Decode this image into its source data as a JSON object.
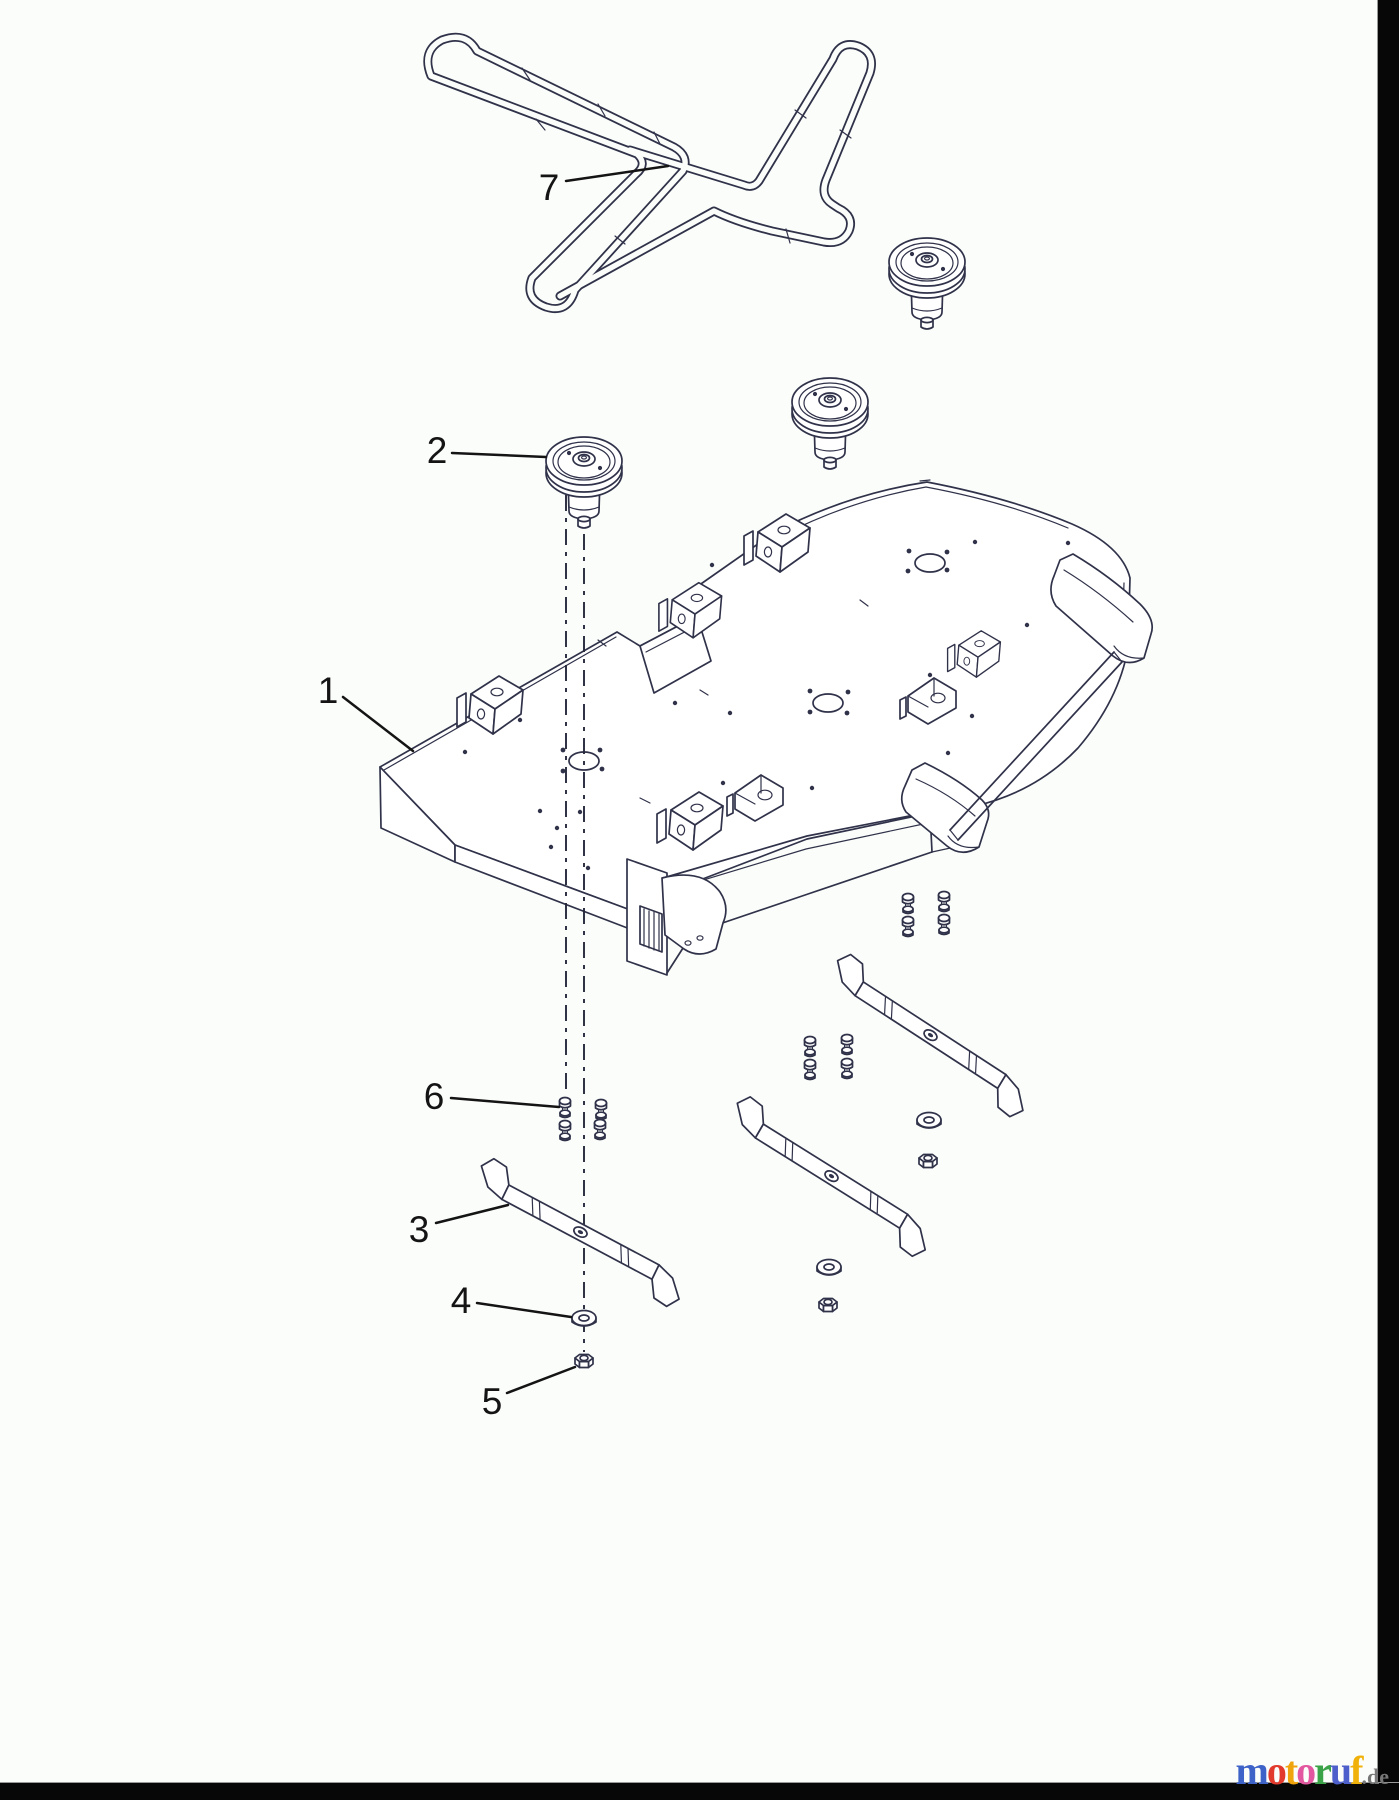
{
  "page": {
    "background": "#fbfdfa",
    "frame_bar_color": "#070707"
  },
  "drawing": {
    "line_color": "#30324a",
    "callout_color": "#141414"
  },
  "callouts": [
    {
      "number": "1"
    },
    {
      "number": "2"
    },
    {
      "number": "3"
    },
    {
      "number": "4"
    },
    {
      "number": "5"
    },
    {
      "number": "6"
    },
    {
      "number": "7"
    }
  ],
  "watermark": {
    "letters": [
      {
        "ch": "m",
        "color": "#3e63c8"
      },
      {
        "ch": "o",
        "color": "#e23a2c"
      },
      {
        "ch": "t",
        "color": "#efa30d"
      },
      {
        "ch": "o",
        "color": "#e2579f"
      },
      {
        "ch": "r",
        "color": "#3aa348"
      },
      {
        "ch": "u",
        "color": "#4c5fcb"
      },
      {
        "ch": "f",
        "color": "#f0b20a"
      }
    ],
    "suffix": ".de",
    "suffix_color": "#787878"
  }
}
